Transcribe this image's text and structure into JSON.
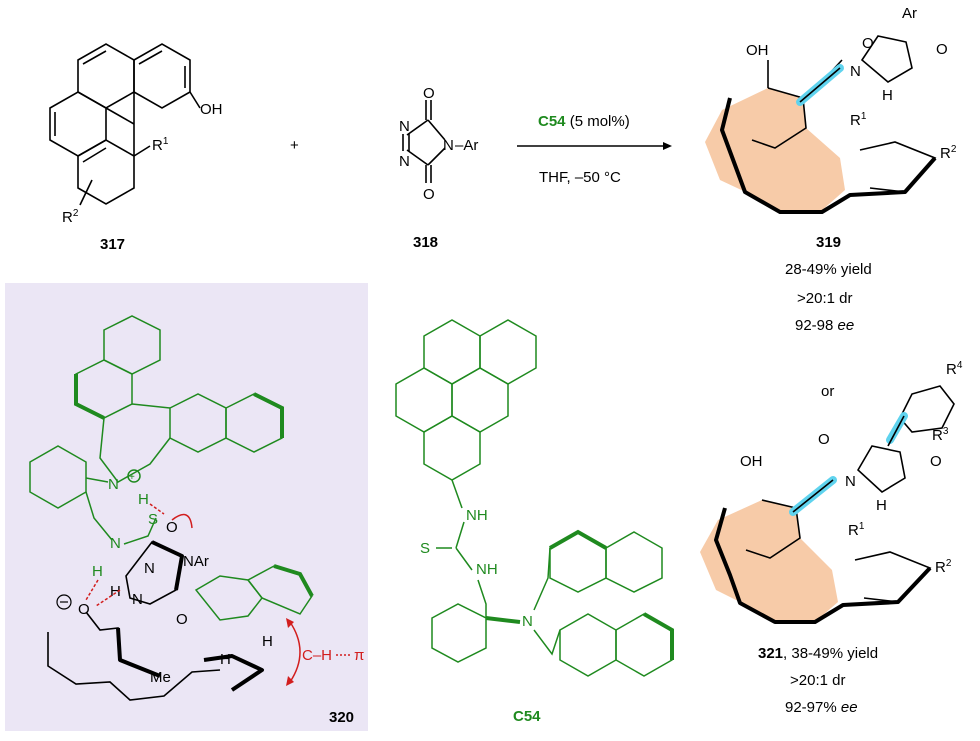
{
  "scheme": {
    "reactant1": {
      "id": "317",
      "substituent_oh": "OH",
      "r1": "R",
      "r1_sup": "1",
      "r2": "R",
      "r2_sup": "2"
    },
    "plus": "+",
    "reactant2": {
      "id": "318",
      "n1": "N",
      "n2": "N",
      "n4": "N",
      "ar": "–Ar",
      "o1": "O",
      "o2": "O"
    },
    "conditions": {
      "catalyst": "C54",
      "loading": " (5 mol%)",
      "solvent_temp": "THF, –50 °C"
    },
    "product319": {
      "id": "319",
      "yield": "28-49% yield",
      "dr": ">20:1 dr",
      "ee_value": "92-98 ",
      "ee_unit": "ee",
      "oh": "OH",
      "ar": "Ar",
      "nh": "H",
      "n": "N",
      "o": "O",
      "r1": "R",
      "r1_sup": "1",
      "r2": "R",
      "r2_sup": "2"
    },
    "or": "or",
    "product321": {
      "id": "321",
      "yield": ", 38-49% yield",
      "dr": ">20:1 dr",
      "ee_value": "92-97% ",
      "ee_unit": "ee",
      "oh": "OH",
      "r1": "R",
      "r1_sup": "1",
      "r2": "R",
      "r2_sup": "2",
      "r3": "R",
      "r3_sup": "3",
      "r4": "R",
      "r4_sup": "4",
      "n": "N",
      "h": "H",
      "o": "O"
    },
    "ts320": {
      "id": "320",
      "n_plus": "N",
      "h1": "H",
      "s": "S",
      "n_th": "N",
      "h2": "H",
      "o_minus": "O",
      "nar": "NAr",
      "n_a": "N",
      "n_b": "N",
      "h3": "H",
      "me": "Me",
      "h_aryl": "H",
      "ch_pi": "C–H",
      "pi": "π",
      "o_top": "O",
      "o_bot": "O"
    },
    "catalyst": {
      "id": "C54",
      "nh1": "NH",
      "s": "S",
      "nh2": "NH",
      "n": "N"
    }
  },
  "colors": {
    "catalyst_green": "#1f8a1f",
    "peach": "#f7cba8",
    "highlight_cyan": "#5fd3ee",
    "panel": "#ebe6f5",
    "interaction_red": "#d21e1e"
  }
}
